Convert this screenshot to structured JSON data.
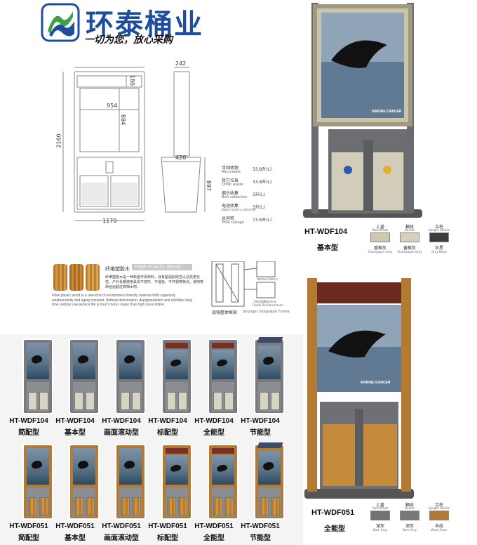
{
  "logo": {
    "brand": "环泰桶业",
    "slogan": "一切为您，放心采购",
    "colors": {
      "blue": "#1f4d9e",
      "green": "#3aa34a"
    }
  },
  "drawing": {
    "dims": {
      "top_h": "180",
      "inner_w": "954",
      "inner_h": "884",
      "total_h": "2160",
      "depth": "242",
      "bin_w": "420",
      "bin_h": "897",
      "total_w": "1170"
    },
    "capacity": [
      {
        "zh": "可回收物",
        "en": "Recyclable",
        "value": "33.8升(L)"
      },
      {
        "zh": "其它垃圾",
        "en": "Other waste",
        "value": "33.8升(L)"
      },
      {
        "zh": "烟头收集",
        "en": "Butt collection",
        "value": "3升(L)"
      },
      {
        "zh": "电池收集",
        "en": "Waste battery collection",
        "value": "3升(L)"
      },
      {
        "zh": "总容积",
        "en": "Total cubage",
        "value": "73.6升(L)"
      }
    ]
  },
  "material": {
    "title_zh": "纤维塑胶木",
    "title_en": "FIBRE PLASTIC WOOD",
    "desc_zh": "纤维塑胶木是一种新型环保材料。具有超强耐候性以及抗老化性。户外长期使用具有不变形、不褪色、不开裂等特点，使用寿命远远超过高档木材。",
    "desc_en": "Fibre plastic wood is a new kind of environment friendly material With superiorly weatherability and aging resistant. Without deformation, depigmentation and cleftafter long time outdoor use,service life is much more l onger than high class timber.",
    "frame_zh": "加强整体框架",
    "frame_en": "Stronger Integrated Frame",
    "detail1": "Welded Pattern",
    "detail2": "门框加强整体 Door Frame Reinforcement"
  },
  "hero1": {
    "model": "HT-WDF104",
    "type": "基本型",
    "swatches": [
      {
        "label_zh": "上盖",
        "label_en": "Barrelhead",
        "name_zh": "香槟灰",
        "name_en": "Champagne Grey",
        "color": "#cfc7b0"
      },
      {
        "label_zh": "箱体",
        "label_en": "Bucket",
        "name_zh": "香槟灰",
        "name_en": "Champagne Gray",
        "color": "#d6d0bc"
      },
      {
        "label_zh": "立柱",
        "label_en": "Upright column",
        "name_zh": "灰黑",
        "name_en": "Gray Black",
        "color": "#3d3d3f"
      }
    ]
  },
  "hero2": {
    "model": "HT-WDF051",
    "type": "全能型",
    "swatches": [
      {
        "label_zh": "上盖",
        "label_en": "Barrelhead",
        "name_zh": "深灰",
        "name_en": "Dark Gray",
        "color": "#707275"
      },
      {
        "label_zh": "箱体",
        "label_en": "Bucket",
        "name_zh": "深灰",
        "name_en": "Dark Gray",
        "color": "#76787b"
      },
      {
        "label_zh": "立柱",
        "label_en": "Upright column",
        "name_zh": "木纹",
        "name_en": "Wood Grain",
        "color": "#b07a3a"
      }
    ]
  },
  "poster_text": "MARINE DANCER",
  "row1": [
    {
      "model": "HT-WDF104",
      "type": "简配型",
      "variant": "basic"
    },
    {
      "model": "HT-WDF104",
      "type": "基本型",
      "variant": "basic"
    },
    {
      "model": "HT-WDF104",
      "type": "画面滚动型",
      "variant": "basic"
    },
    {
      "model": "HT-WDF104",
      "type": "标配型",
      "variant": "led"
    },
    {
      "model": "HT-WDF104",
      "type": "全能型",
      "variant": "led"
    },
    {
      "model": "HT-WDF104",
      "type": "节能型",
      "variant": "solar"
    }
  ],
  "row2": [
    {
      "model": "HT-WDF051",
      "type": "简配型",
      "variant": "basic"
    },
    {
      "model": "HT-WDF051",
      "type": "基本型",
      "variant": "basic"
    },
    {
      "model": "HT-WDF051",
      "type": "画面滚动型",
      "variant": "basic"
    },
    {
      "model": "HT-WDF051",
      "type": "标配型",
      "variant": "led"
    },
    {
      "model": "HT-WDF051",
      "type": "全能型",
      "variant": "led"
    },
    {
      "model": "HT-WDF051",
      "type": "节能型",
      "variant": "solar"
    }
  ]
}
